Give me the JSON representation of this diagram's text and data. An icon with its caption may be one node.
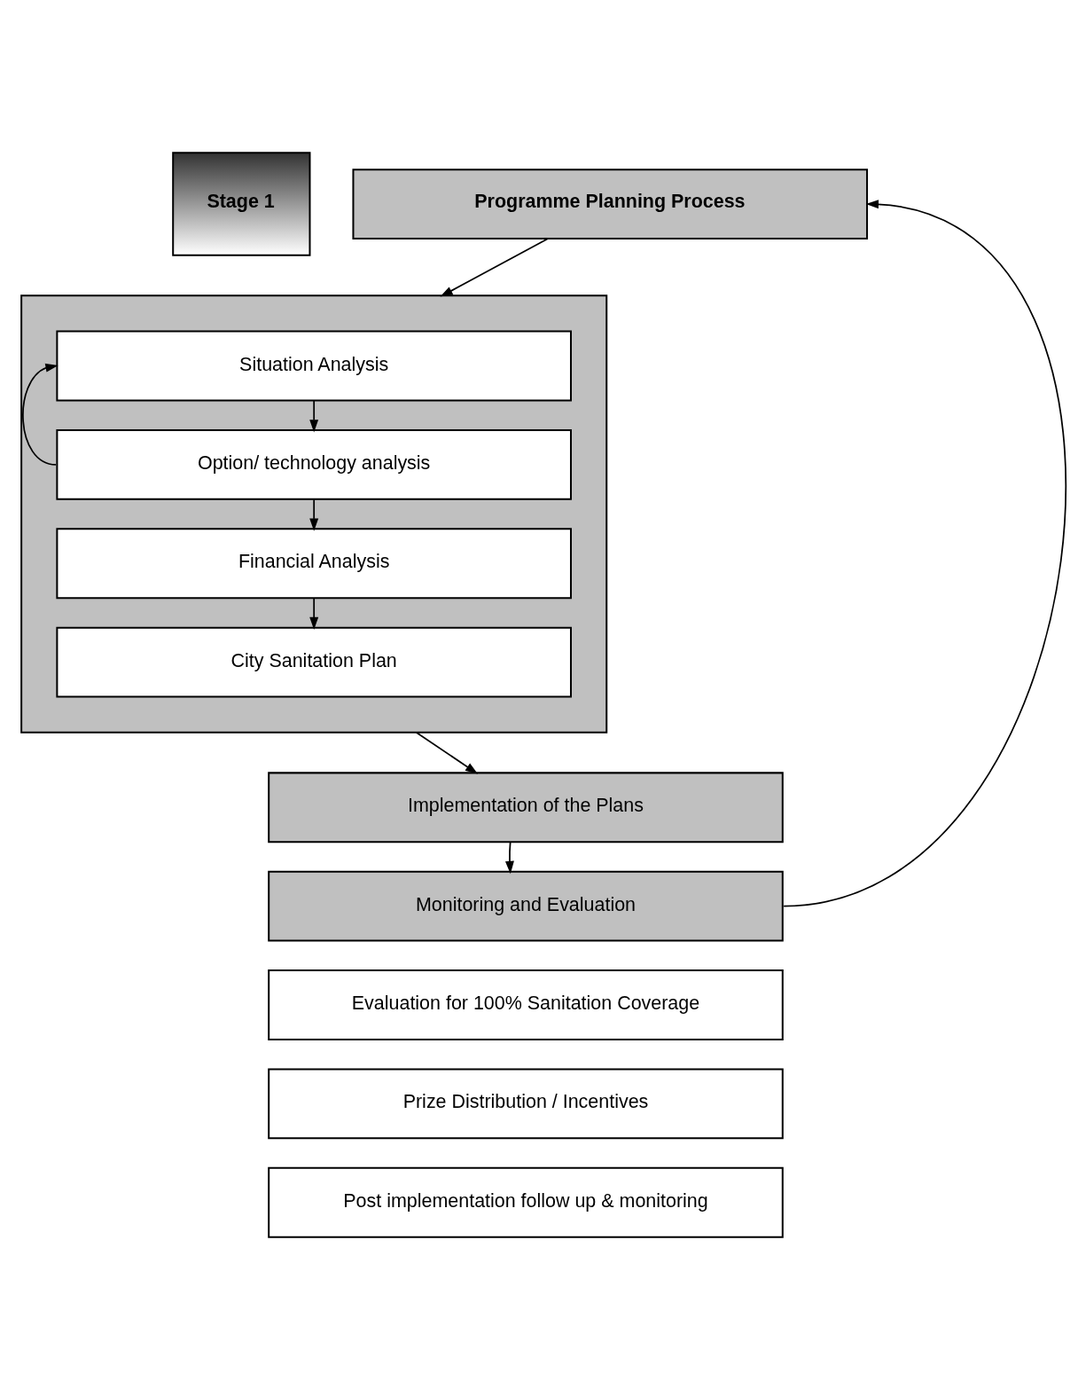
{
  "diagram": {
    "nodes": [
      {
        "text": [
          "Programme Planning Process"
        ]
      },
      {
        "text": [],
        "shape": "box"
      },
      {
        "text": [
          "Situation Analysis"
        ],
        "in": 1
      },
      {
        "text": [
          "Option/ technology analysis"
        ],
        "in": 1
      },
      {
        "text": [
          "Financial Analysis"
        ],
        "in": 1
      },
      {
        "text": [
          "City Sanitation Plan"
        ],
        "in": 1
      },
      {
        "text": [
          "Implementation of the Plans"
        ]
      },
      {
        "text": [
          "Monitoring and Evaluation"
        ]
      },
      {
        "text": [
          "Evaluation for 100% Sanitation Coverage"
        ]
      },
      {
        "text": [
          "Prize Distribution / Incentives"
        ]
      },
      {
        "text": [
          "Post implementation follow up & monitoring"
        ]
      },
      {
        "text": [
          "Stage 1"
        ]
      }
    ],
    "edges": [
      {
        "from": 0,
        "to": 1,
        "arrow": "to"
      },
      {
        "from": 2,
        "to": 3,
        "arrow": "to"
      },
      {
        "from": 3,
        "to": 2,
        "arrow": "to"
      },
      {
        "from": 3,
        "to": 4,
        "arrow": "to"
      },
      {
        "from": 4,
        "to": 5,
        "arrow": "to"
      },
      {
        "from": 1,
        "to": 6,
        "arrow": "to"
      },
      {
        "from": 6,
        "to": 7,
        "arrow": "to"
      },
      {
        "from": 7,
        "to": 0,
        "arrow": "to"
      }
    ]
  }
}
